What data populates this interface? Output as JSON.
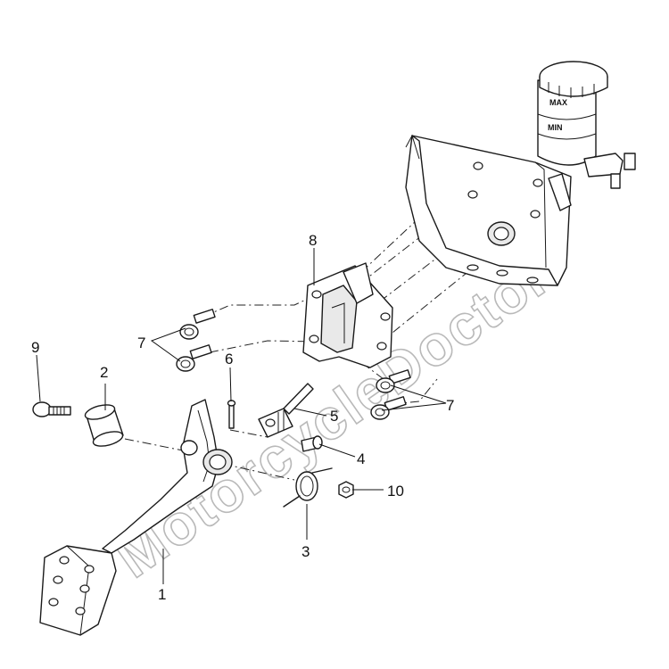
{
  "diagram": {
    "callouts": [
      {
        "id": "c1",
        "label": "1"
      },
      {
        "id": "c2",
        "label": "2"
      },
      {
        "id": "c3",
        "label": "3"
      },
      {
        "id": "c4",
        "label": "4"
      },
      {
        "id": "c5",
        "label": "5"
      },
      {
        "id": "c6",
        "label": "6"
      },
      {
        "id": "c7a",
        "label": "7"
      },
      {
        "id": "c7b",
        "label": "7"
      },
      {
        "id": "c8",
        "label": "8"
      },
      {
        "id": "c9",
        "label": "9"
      },
      {
        "id": "c10",
        "label": "10"
      }
    ],
    "reservoir": {
      "max_label": "MAX",
      "min_label": "MIN"
    },
    "watermark": "MotorcycleDoctor"
  }
}
